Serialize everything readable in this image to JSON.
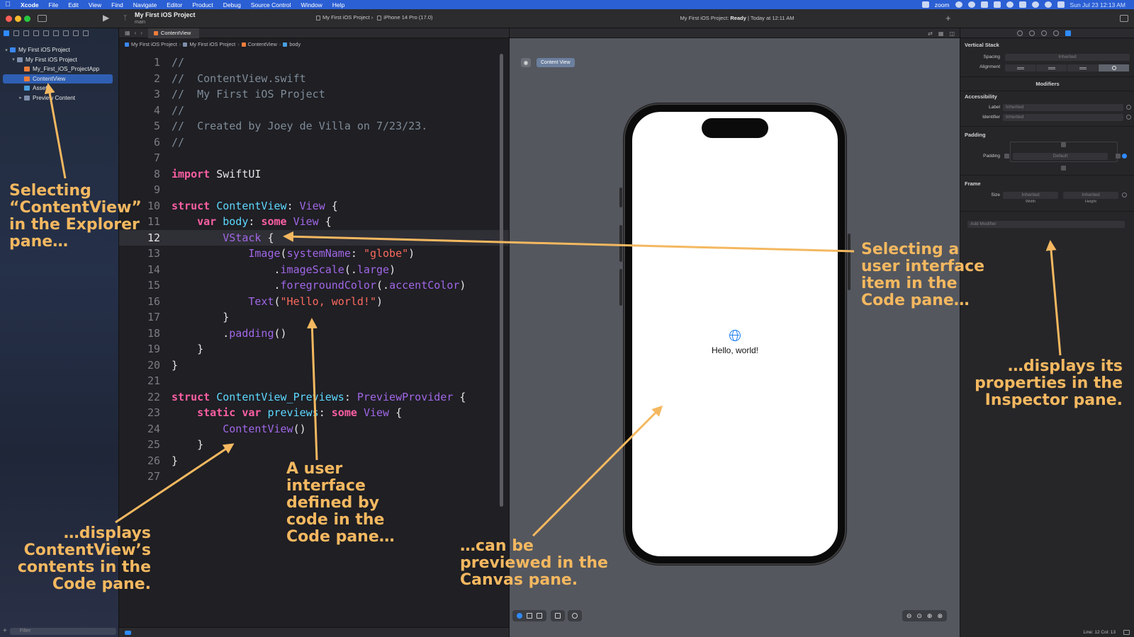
{
  "menubar": {
    "app_name": "Xcode",
    "items": [
      "File",
      "Edit",
      "View",
      "Find",
      "Navigate",
      "Editor",
      "Product",
      "Debug",
      "Source Control",
      "Window",
      "Help"
    ],
    "zoom_label": "zoom",
    "clock": "Sun Jul 23  12:13 AM"
  },
  "toolbar": {
    "project_title": "My First iOS Project",
    "branch": "main",
    "scheme": "My First iOS Project",
    "device": "iPhone 14 Pro (17.0)",
    "status_project": "My First iOS Project:",
    "status_state": "Ready",
    "status_time": "| Today at 12:11 AM"
  },
  "navigator": {
    "items": [
      {
        "label": "My First iOS Project",
        "icon": "project-icon",
        "level": 0,
        "expanded": true
      },
      {
        "label": "My First iOS Project",
        "icon": "folder-icon",
        "level": 1,
        "expanded": true
      },
      {
        "label": "My_First_iOS_ProjectApp",
        "icon": "swift-file-icon",
        "level": 2
      },
      {
        "label": "ContentView",
        "icon": "swift-file-icon",
        "level": 2,
        "selected": true
      },
      {
        "label": "Assets",
        "icon": "assets-icon",
        "level": 2
      },
      {
        "label": "Preview Content",
        "icon": "folder-icon",
        "level": 2,
        "expanded": false
      }
    ],
    "filter_placeholder": "Filter"
  },
  "editor": {
    "tab_label": "ContentView",
    "breadcrumbs": [
      "My First iOS Project",
      "My First iOS Project",
      "ContentView",
      "body"
    ],
    "current_line": 12,
    "code_lines": [
      [
        {
          "t": "//",
          "c": "cm"
        }
      ],
      [
        {
          "t": "//  ContentView.swift",
          "c": "cm"
        }
      ],
      [
        {
          "t": "//  My First iOS Project",
          "c": "cm"
        }
      ],
      [
        {
          "t": "//",
          "c": "cm"
        }
      ],
      [
        {
          "t": "//  Created by Joey de Villa on 7/23/23.",
          "c": "cm"
        }
      ],
      [
        {
          "t": "//",
          "c": "cm"
        }
      ],
      [],
      [
        {
          "t": "import",
          "c": "kw"
        },
        {
          "t": " SwiftUI",
          "c": ""
        }
      ],
      [],
      [
        {
          "t": "struct",
          "c": "kw"
        },
        {
          "t": " ",
          "c": ""
        },
        {
          "t": "ContentView",
          "c": "ty"
        },
        {
          "t": ": ",
          "c": ""
        },
        {
          "t": "View",
          "c": "fn"
        },
        {
          "t": " {",
          "c": ""
        }
      ],
      [
        {
          "t": "    ",
          "c": ""
        },
        {
          "t": "var",
          "c": "kw"
        },
        {
          "t": " ",
          "c": ""
        },
        {
          "t": "body",
          "c": "ty"
        },
        {
          "t": ": ",
          "c": ""
        },
        {
          "t": "some",
          "c": "kw"
        },
        {
          "t": " ",
          "c": ""
        },
        {
          "t": "View",
          "c": "fn"
        },
        {
          "t": " {",
          "c": ""
        }
      ],
      [
        {
          "t": "        ",
          "c": ""
        },
        {
          "t": "VStack",
          "c": "fn"
        },
        {
          "t": " {",
          "c": ""
        }
      ],
      [
        {
          "t": "            ",
          "c": ""
        },
        {
          "t": "Image",
          "c": "fn"
        },
        {
          "t": "(",
          "c": ""
        },
        {
          "t": "systemName",
          "c": "fn"
        },
        {
          "t": ": ",
          "c": ""
        },
        {
          "t": "\"globe\"",
          "c": "str"
        },
        {
          "t": ")",
          "c": ""
        }
      ],
      [
        {
          "t": "                .",
          "c": ""
        },
        {
          "t": "imageScale",
          "c": "fn"
        },
        {
          "t": "(.",
          "c": ""
        },
        {
          "t": "large",
          "c": "fn"
        },
        {
          "t": ")",
          "c": ""
        }
      ],
      [
        {
          "t": "                .",
          "c": ""
        },
        {
          "t": "foregroundColor",
          "c": "fn"
        },
        {
          "t": "(.",
          "c": ""
        },
        {
          "t": "accentColor",
          "c": "fn"
        },
        {
          "t": ")",
          "c": ""
        }
      ],
      [
        {
          "t": "            ",
          "c": ""
        },
        {
          "t": "Text",
          "c": "fn"
        },
        {
          "t": "(",
          "c": ""
        },
        {
          "t": "\"Hello, world!\"",
          "c": "str"
        },
        {
          "t": ")",
          "c": ""
        }
      ],
      [
        {
          "t": "        }",
          "c": ""
        }
      ],
      [
        {
          "t": "        .",
          "c": ""
        },
        {
          "t": "padding",
          "c": "fn"
        },
        {
          "t": "()",
          "c": ""
        }
      ],
      [
        {
          "t": "    }",
          "c": ""
        }
      ],
      [
        {
          "t": "}",
          "c": ""
        }
      ],
      [],
      [
        {
          "t": "struct",
          "c": "kw"
        },
        {
          "t": " ",
          "c": ""
        },
        {
          "t": "ContentView_Previews",
          "c": "ty"
        },
        {
          "t": ": ",
          "c": ""
        },
        {
          "t": "PreviewProvider",
          "c": "fn"
        },
        {
          "t": " {",
          "c": ""
        }
      ],
      [
        {
          "t": "    ",
          "c": ""
        },
        {
          "t": "static",
          "c": "kw"
        },
        {
          "t": " ",
          "c": ""
        },
        {
          "t": "var",
          "c": "kw"
        },
        {
          "t": " ",
          "c": ""
        },
        {
          "t": "previews",
          "c": "ty"
        },
        {
          "t": ": ",
          "c": ""
        },
        {
          "t": "some",
          "c": "kw"
        },
        {
          "t": " ",
          "c": ""
        },
        {
          "t": "View",
          "c": "fn"
        },
        {
          "t": " {",
          "c": ""
        }
      ],
      [
        {
          "t": "        ",
          "c": ""
        },
        {
          "t": "ContentView",
          "c": "fn"
        },
        {
          "t": "()",
          "c": ""
        }
      ],
      [
        {
          "t": "    }",
          "c": ""
        }
      ],
      [
        {
          "t": "}",
          "c": ""
        }
      ],
      []
    ]
  },
  "canvas": {
    "chip_label": "Content View",
    "preview_text": "Hello, world!"
  },
  "inspector": {
    "section_title": "Vertical Stack",
    "spacing_label": "Spacing",
    "spacing_value": "Inherited",
    "alignment_label": "Alignment",
    "modifiers_title": "Modifiers",
    "accessibility_title": "Accessibility",
    "label_label": "Label",
    "label_placeholder": "Inherited",
    "identifier_label": "Identifier",
    "identifier_placeholder": "Inherited",
    "padding_title": "Padding",
    "padding_label": "Padding",
    "padding_value": "Default",
    "frame_title": "Frame",
    "size_label": "Size",
    "width_value": "Inherited",
    "height_value": "Inherited",
    "width_caption": "Width",
    "height_caption": "Height",
    "add_modifier_placeholder": "Add Modifier",
    "status_text": "Line: 12  Col: 13"
  },
  "annotations": {
    "explorer": "Selecting\n“ContentView”\nin the Explorer\npane…",
    "explorer_result": "…displays\nContentView’s\ncontents in the\nCode pane.",
    "code": "A user\ninterface\ndefined by\ncode in the\nCode pane…",
    "canvas": "…can be\npreviewed in the\nCanvas pane.",
    "code_select": "Selecting a\nuser interface\nitem in the\nCode pane…",
    "inspector": "…displays its\nproperties in the\nInspector pane."
  },
  "colors": {
    "annotation": "#f4b860",
    "menubar": "#2b5fd4",
    "selection": "#2f5fb3",
    "keyword": "#fc5fa3",
    "type": "#5dd8ff",
    "function": "#a167e6",
    "string": "#fc6a5d",
    "comment": "#7f8c98"
  }
}
